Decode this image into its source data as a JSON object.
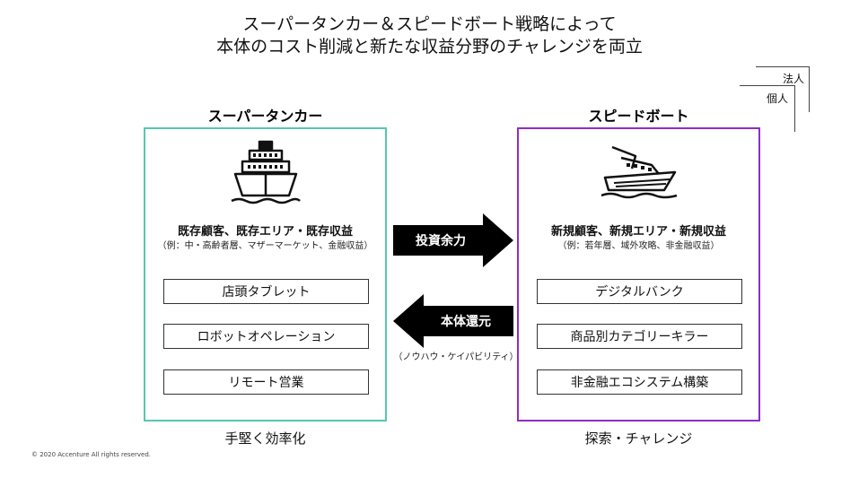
{
  "title": {
    "line1": "スーパータンカー＆スピードボート戦略によって",
    "line2": "本体のコスト削減と新たな収益分野のチャレンジを両立"
  },
  "corner": {
    "houjin": "法人",
    "kojin": "個人"
  },
  "left": {
    "title": "スーパータンカー",
    "icon": "ship-icon",
    "heading": "既存顧客、既存エリア・既存収益",
    "example": "（例：中・高齢者層、マザーマーケット、金融収益）",
    "items": [
      "店頭タブレット",
      "ロボットオペレーション",
      "リモート営業"
    ],
    "footer": "手堅く効率化",
    "color": "#57c7b0"
  },
  "right": {
    "title": "スピードボート",
    "icon": "speedboat-icon",
    "heading": "新規顧客、新規エリア・新規収益",
    "example": "（例：若年層、域外攻略、非金融収益）",
    "items": [
      "デジタルバンク",
      "商品別カテゴリーキラー",
      "非金融エコシステム構築"
    ],
    "footer": "探索・チャレンジ",
    "color": "#8e2dc5"
  },
  "arrows": {
    "invest": "投資余力",
    "return": "本体還元",
    "return_sub": "（ノウハウ・ケイパビリティ）"
  },
  "copyright": "© 2020 Accenture  All rights reserved."
}
